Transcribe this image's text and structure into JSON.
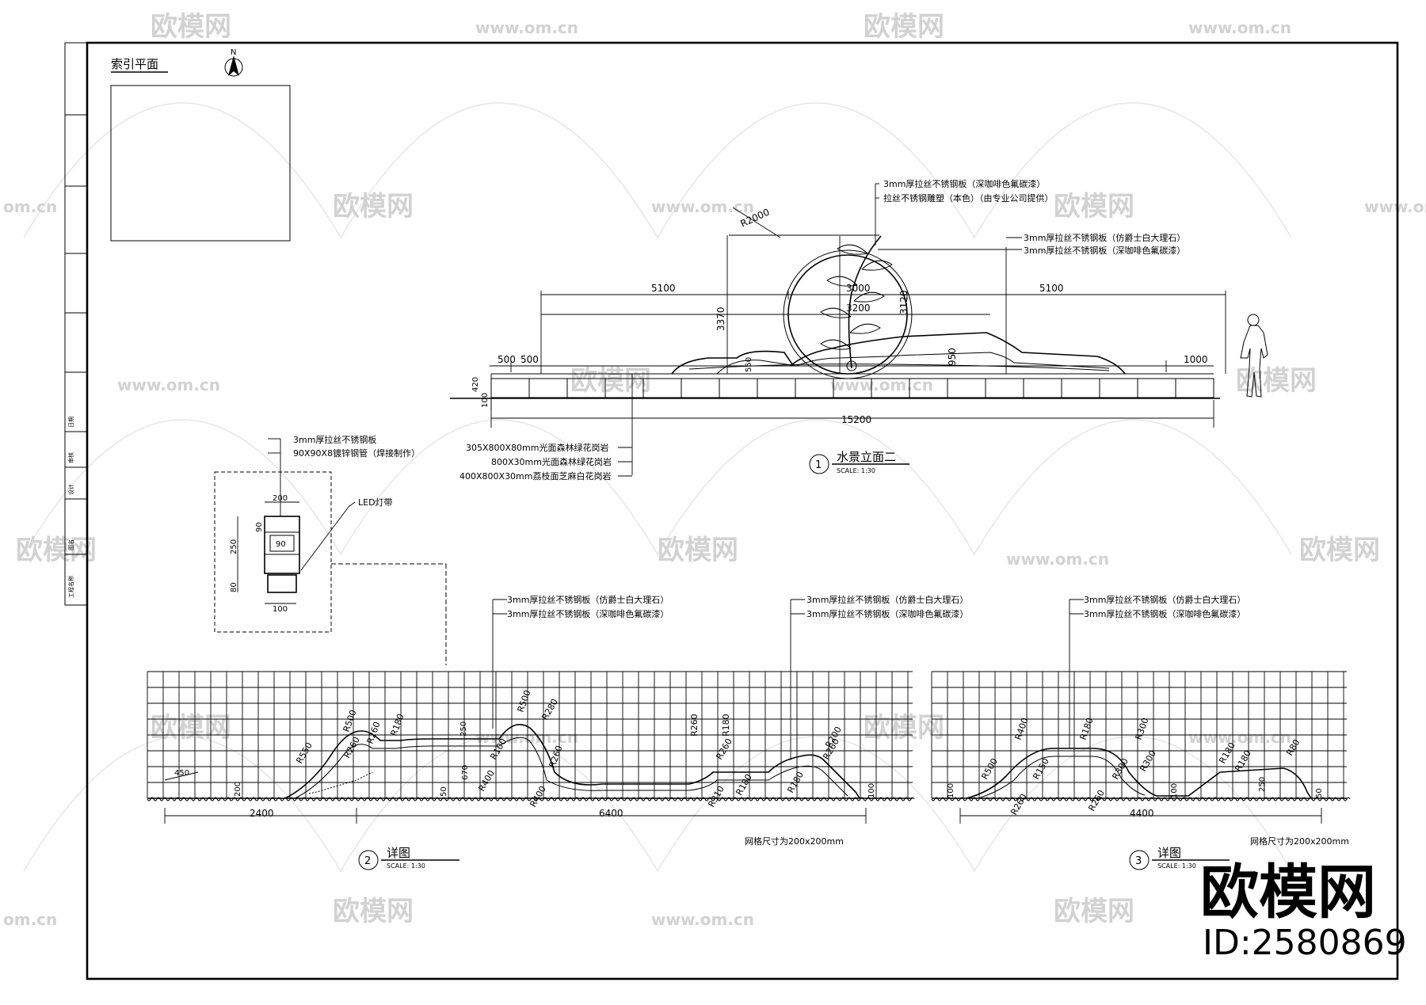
{
  "watermarks": {
    "brand": "欧模网",
    "url": "www.om.cn",
    "url_short": "om.cn",
    "id_text": "ID:2580869"
  },
  "index_plan": {
    "title": "索引平面",
    "north": "N"
  },
  "title_block": {
    "labels": [
      "工程名称",
      "图名",
      "设计",
      "审核",
      "日期"
    ]
  },
  "elevation": {
    "title": "水景立面二",
    "number": "1",
    "scale": "SCALE: 1:30",
    "notes_top": [
      "3mm厚拉丝不锈钢板（深咖啡色氟碳漆）",
      "拉丝不锈钢雕塑（本色）（由专业公司提供）"
    ],
    "notes_right": [
      "3mm厚拉丝不锈钢板（仿爵士白大理石）",
      "3mm厚拉丝不锈钢板（深咖啡色氟碳漆）"
    ],
    "notes_bottom": [
      "305X800X80mm光面森林绿花岗岩",
      "800X30mm光面森林绿花岗岩",
      "400X800X30mm荔枝面芝麻白花岗岩"
    ],
    "dims": {
      "r2000": "R2000",
      "d5100a": "5100",
      "d5100b": "5100",
      "d3000": "3000",
      "d3200": "3200",
      "d3370": "3370",
      "d3120": "3120",
      "d500a": "500",
      "d500b": "500",
      "d1000": "1000",
      "d420": "420",
      "d100": "100",
      "d950": "950",
      "d550": "550",
      "d15200": "15200"
    }
  },
  "section_detail": {
    "notes": [
      "3mm厚拉丝不锈钢板",
      "90X90X8镀锌钢管（焊接制作）"
    ],
    "led": "LED灯带",
    "dims": {
      "w200": "200",
      "h90": "90",
      "w90": "90",
      "h250": "250",
      "h80": "80",
      "w100": "100"
    }
  },
  "detail2": {
    "title": "详图",
    "number": "2",
    "scale": "SCALE: 1:30",
    "notes_a": [
      "3mm厚拉丝不锈钢板（仿爵士白大理石）",
      "3mm厚拉丝不锈钢板（深咖啡色氟碳漆）"
    ],
    "notes_b": [
      "3mm厚拉丝不锈钢板（仿爵士白大理石）",
      "3mm厚拉丝不锈钢板（深咖啡色氟碳漆）"
    ],
    "grid_note": "网格尺寸为200x200mm",
    "dims": {
      "d450": "450",
      "d2400": "2400",
      "d6400": "6400",
      "d200": "200",
      "d50": "50",
      "d670": "670",
      "d250": "250",
      "d100": "100"
    },
    "radii": [
      "R500",
      "R260",
      "R180",
      "R550",
      "R260",
      "R500",
      "R280",
      "R100",
      "R260",
      "R400",
      "R400",
      "R260",
      "R180",
      "R260",
      "R310",
      "R180",
      "R180",
      "R260",
      "R200"
    ]
  },
  "detail3": {
    "title": "详图",
    "number": "3",
    "scale": "SCALE: 1:30",
    "notes": [
      "3mm厚拉丝不锈钢板（仿爵士白大理石）",
      "3mm厚拉丝不锈钢板（深咖啡色氟碳漆）"
    ],
    "grid_note": "网格尺寸为200x200mm",
    "dims": {
      "d4400": "4400",
      "d100": "100",
      "d250": "250",
      "d50": "50",
      "d100b": "100"
    },
    "radii": [
      "R400",
      "R180",
      "R300",
      "R500",
      "R150",
      "R260",
      "R300",
      "R260",
      "R300",
      "R180",
      "R180",
      "R80"
    ]
  }
}
